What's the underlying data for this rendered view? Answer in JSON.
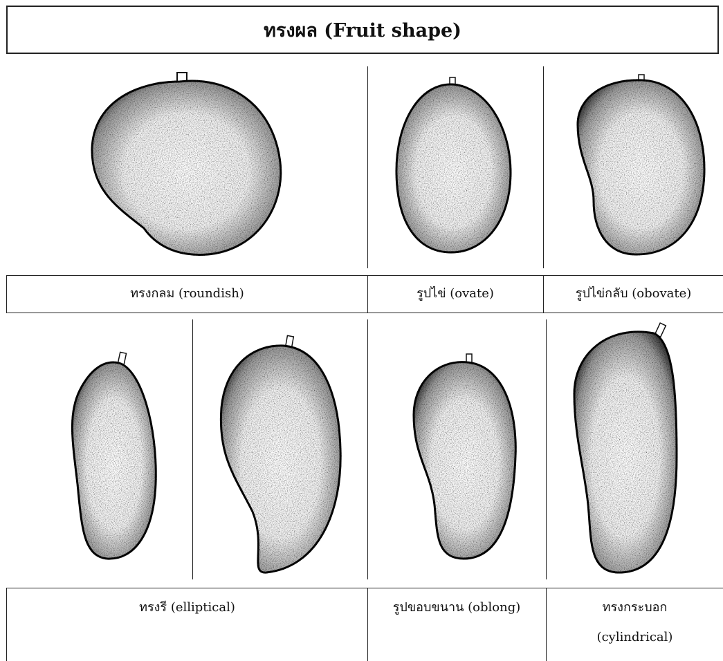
{
  "title": "ทรงผล (Fruit shape)",
  "row1": {
    "labels": [
      "ทรงกลม (roundish)",
      "รูปไข่ (ovate)",
      "รูปไข่กลับ (obovate)"
    ]
  },
  "row2": {
    "labels": [
      "ทรงรี (elliptical)",
      "รูปขอบขนาน (oblong)"
    ],
    "cylindrical_line1": "ทรงกระบอก",
    "cylindrical_line2": "(cylindrical)"
  }
}
